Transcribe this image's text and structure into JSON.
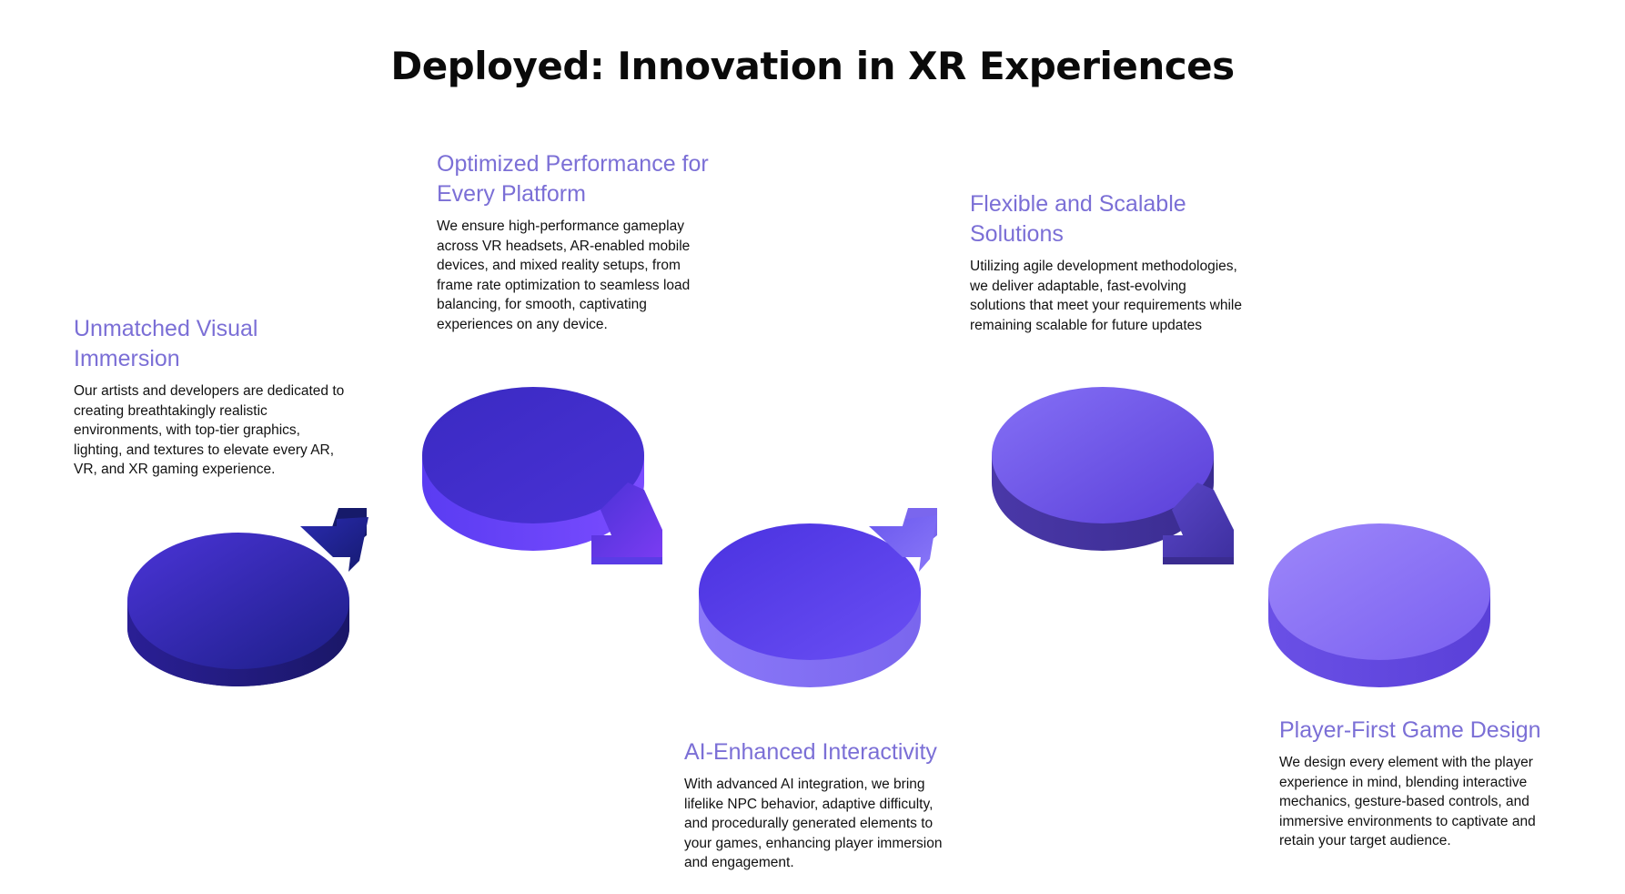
{
  "page": {
    "title": "Deployed: Innovation in XR Experiences"
  },
  "colors": {
    "heading": "#7b6fd6",
    "body_text": "#111111",
    "title": "#0a0a0a",
    "disc_palette": [
      "#2a1fa0",
      "#4a32d6",
      "#6a4ff0",
      "#8570f4",
      "#9d87fa"
    ]
  },
  "steps": [
    {
      "heading": "Unmatched Visual Immersion",
      "body": "Our artists and developers are dedicated to creating breathtakingly realistic environments, with top-tier graphics, lighting, and textures to elevate every AR, VR, and XR gaming experience.",
      "icon": "disc-arrow-up-right-icon"
    },
    {
      "heading": "Optimized Performance for Every Platform",
      "body": "We ensure high-performance gameplay across VR headsets, AR-enabled mobile devices, and mixed reality setups, from frame rate optimization to seamless load balancing, for smooth, captivating experiences on any device.",
      "icon": "disc-arrow-down-right-icon"
    },
    {
      "heading": "AI-Enhanced Interactivity",
      "body": "With advanced AI integration, we bring lifelike NPC behavior, adaptive difficulty, and procedurally generated elements to your games, enhancing player immersion and engagement.",
      "icon": "disc-arrow-up-right-icon"
    },
    {
      "heading": "Flexible and Scalable Solutions",
      "body": "Utilizing agile development methodologies, we deliver adaptable, fast-evolving solutions that meet your requirements while remaining scalable for future updates",
      "icon": "disc-arrow-down-right-icon"
    },
    {
      "heading": "Player-First Game Design",
      "body": "We design every element with the player experience in mind, blending interactive mechanics, gesture-based controls, and immersive environments to captivate and retain your target audience.",
      "icon": "disc-icon"
    }
  ]
}
